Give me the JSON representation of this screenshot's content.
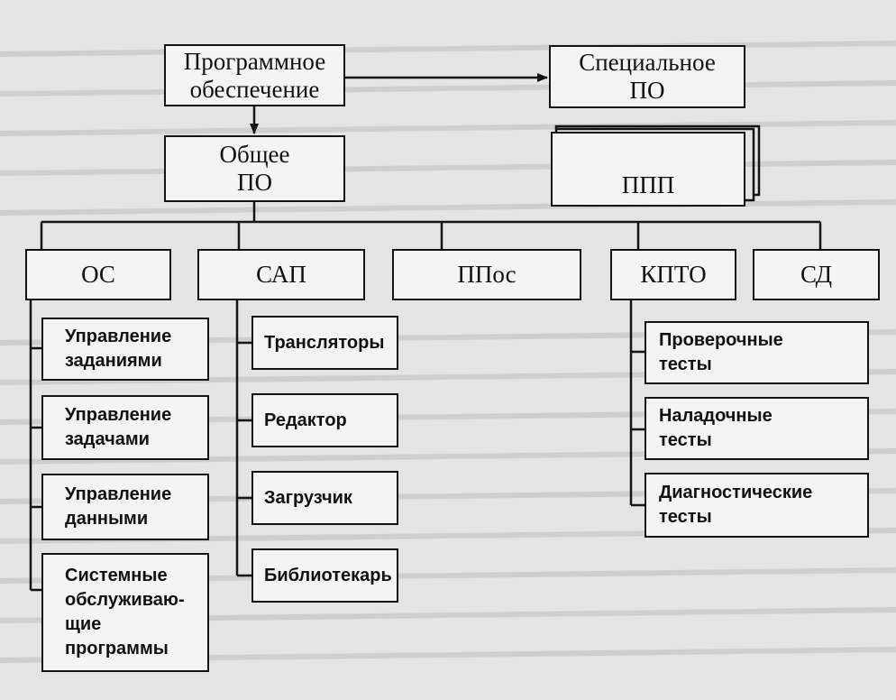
{
  "top": {
    "software": [
      "Программное",
      "обеспечение"
    ],
    "special": [
      "Специальное",
      "ПО"
    ],
    "general": [
      "Общее",
      "ПО"
    ],
    "ppp": "ППП"
  },
  "categories": {
    "os": "ОС",
    "sap": "САП",
    "ppos": "ППос",
    "kpto": "КПТО",
    "sd": "СД"
  },
  "os_items": [
    [
      "Управление",
      "заданиями"
    ],
    [
      "Управление",
      "задачами"
    ],
    [
      "Управление",
      "данными"
    ],
    [
      "Системные",
      "обслуживаю-",
      "щие",
      "программы"
    ]
  ],
  "sap_items": [
    "Трансляторы",
    "Редактор",
    "Загрузчик",
    "Библиотекарь"
  ],
  "kpto_items": [
    [
      "Проверочные",
      "тесты"
    ],
    [
      "Наладочные",
      "тесты"
    ],
    [
      "Диагностические",
      "тесты"
    ]
  ]
}
